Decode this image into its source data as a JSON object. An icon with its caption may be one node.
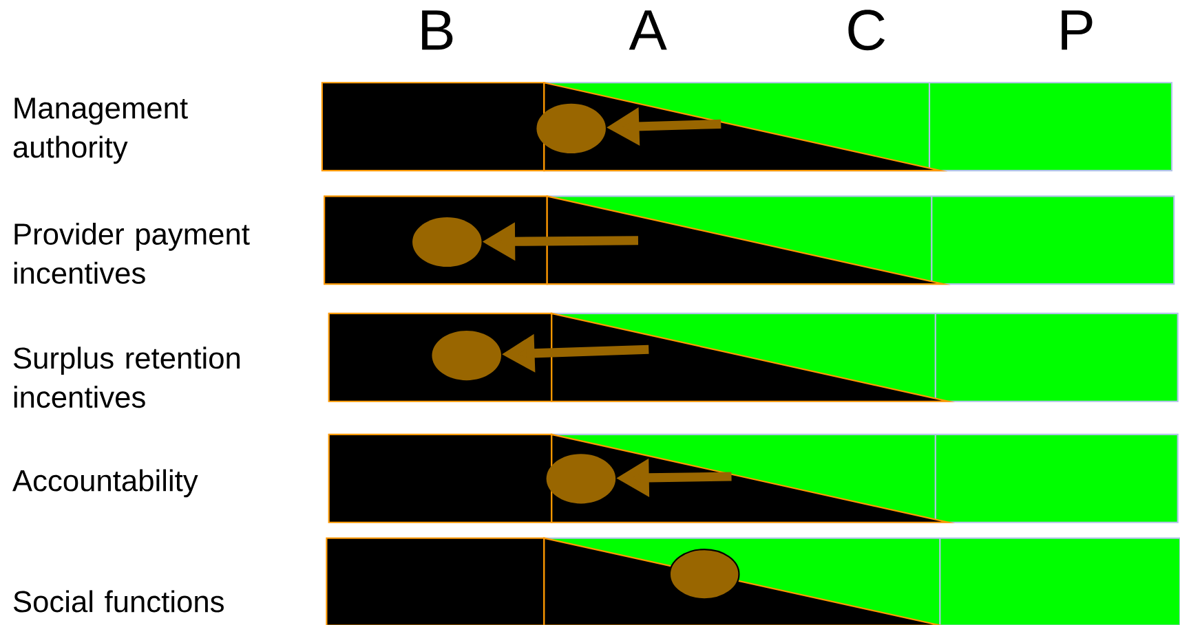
{
  "diagram": {
    "nodes": [
      {
        "text": [],
        "shape": "circle"
      },
      {
        "text": [],
        "shape": "circle"
      },
      {
        "text": [],
        "shape": "circle"
      },
      {
        "text": [],
        "shape": "circle"
      },
      {
        "text": [],
        "shape": "circle"
      }
    ],
    "edges": [
      {
        "from": null,
        "to": 0,
        "arrow": "to"
      },
      {
        "from": null,
        "to": 1,
        "arrow": "to"
      },
      {
        "from": null,
        "to": 2,
        "arrow": "to"
      },
      {
        "from": null,
        "to": 3,
        "arrow": "to"
      }
    ],
    "labels": [
      "B",
      "A",
      "C",
      "P",
      "Management authority",
      "Provider payment incentives",
      "Surplus retention incentives",
      "Accountability",
      "Social functions"
    ]
  }
}
